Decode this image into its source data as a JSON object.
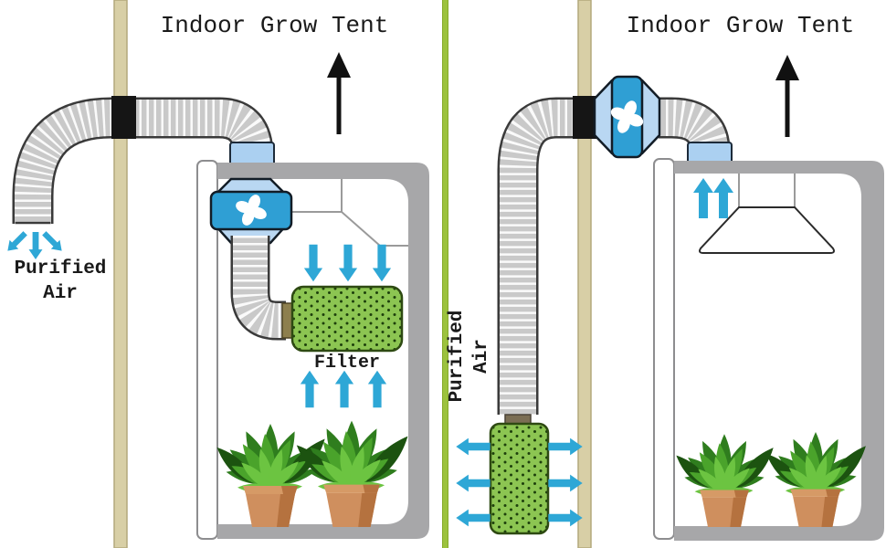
{
  "left_panel": {
    "title": "Indoor Grow Tent",
    "purified_air_line1": "Purified",
    "purified_air_line2": "Air",
    "filter_label": "Filter"
  },
  "right_panel": {
    "title": "Indoor Grow Tent",
    "purified_air_line1": "Purified",
    "purified_air_line2": "Air"
  },
  "colors": {
    "airflow-cyan": "#2ea7d6",
    "fan-blue": "#2f9fd4",
    "fan-light-blue": "#b9d7f2",
    "flange-blue": "#abd0f1",
    "filter-green": "#8cc552",
    "filter-dot-green": "#1d3f0c",
    "connector-olive": "#8d7f4e",
    "duct-gray": "#c9c9c9",
    "tent-frame-gray": "#a7a7a9",
    "pole-tan": "#d8cfa6",
    "divider-green": "#9cc23e",
    "pot-terracotta": "#cf8f5e",
    "leaf-green": "#4aa32b",
    "text-black": "#1a1a1a"
  },
  "icons": {
    "fan_icon": "four-blade-fan-pinwheel",
    "airflow_arrow_icon": "cyan-flow-arrow",
    "exhaust_arrow_icon": "black-up-arrow"
  }
}
